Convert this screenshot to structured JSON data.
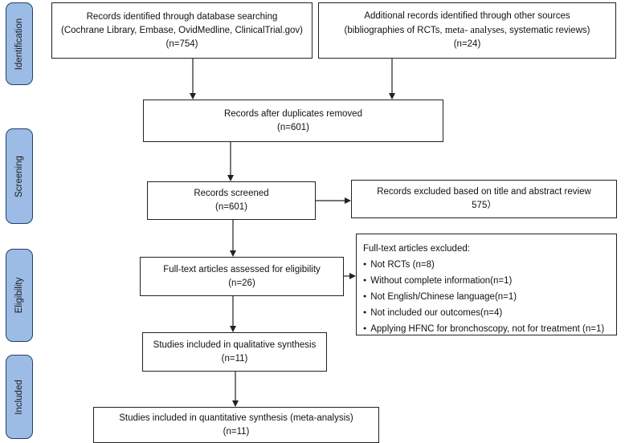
{
  "stages": {
    "identification": "Identification",
    "screening": "Screening",
    "eligibility": "Eligibility",
    "included": "Included"
  },
  "boxes": {
    "db_search": {
      "line1": "Records identified through database searching",
      "line2": "(Cochrane Library, Embase, OvidMedline, ClinicalTrial.gov)",
      "line3": "(n=754)"
    },
    "other_sources": {
      "line1": "Additional records identified through other sources",
      "line2_a": "(bibliographies of RCTs, ",
      "line2_b": "meta- analyses",
      "line2_c": ", systematic reviews)",
      "line3": "(n=24)"
    },
    "after_duplicates": {
      "line1": "Records after duplicates removed",
      "line2": "(n=601)"
    },
    "screened": {
      "line1": "Records screened",
      "line2": "(n=601)"
    },
    "excluded_title": {
      "line1": "Records excluded based on title and abstract review",
      "line2": "575）"
    },
    "fulltext": {
      "line1": "Full-text articles assessed for eligibility",
      "line2": "(n=26)"
    },
    "fulltext_excluded": {
      "title": "Full-text articles excluded:",
      "items": [
        "Not RCTs (n=8)",
        "Without complete information(n=1)",
        "Not English/Chinese language(n=1)",
        "Not included our outcomes(n=4)",
        "Applying HFNC for bronchoscopy, not for treatment (n=1)"
      ]
    },
    "qualitative": {
      "line1": "Studies included in qualitative synthesis",
      "line2": "(n=11)"
    },
    "quantitative": {
      "line1": "Studies included in quantitative synthesis (meta-analysis)",
      "line2": "(n=11)"
    }
  },
  "colors": {
    "stage_fill": "#9cbce6",
    "stage_border": "#1f3f6e",
    "box_border": "#222222",
    "arrow": "#222222"
  }
}
